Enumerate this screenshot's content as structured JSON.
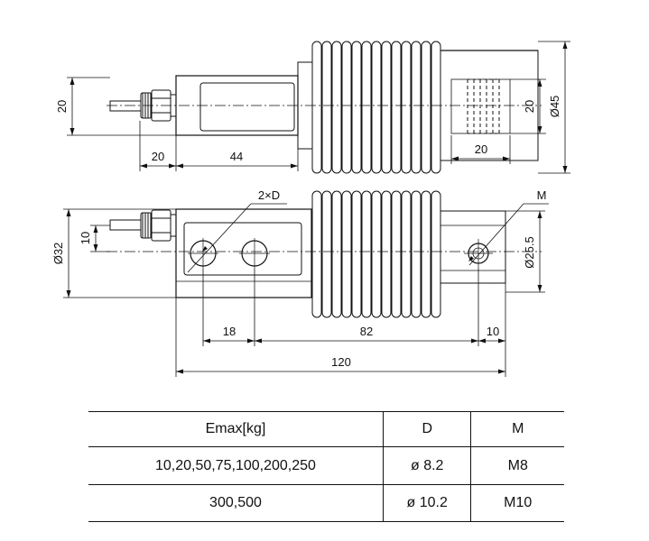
{
  "dimensions": {
    "top_height": "20",
    "top_cable_len": "20",
    "top_body_len": "44",
    "top_rod_dia": "20",
    "top_rod_len": "20",
    "top_bellows_dia": "Ø45",
    "bottom_hole_label": "2×D",
    "bottom_thread_label": "M",
    "bottom_height": "Ø32",
    "bottom_offset": "10",
    "bottom_right_dia": "Ø25.5",
    "bottom_hole_spacing": "18",
    "bottom_center_spacing": "82",
    "bottom_end_offset": "10",
    "bottom_total_len": "120"
  },
  "table": {
    "headers": [
      "Emax[kg]",
      "D",
      "M"
    ],
    "rows": [
      [
        "10,20,50,75,100,200,250",
        "ø 8.2",
        "M8"
      ],
      [
        "300,500",
        "ø 10.2",
        "M10"
      ]
    ]
  }
}
